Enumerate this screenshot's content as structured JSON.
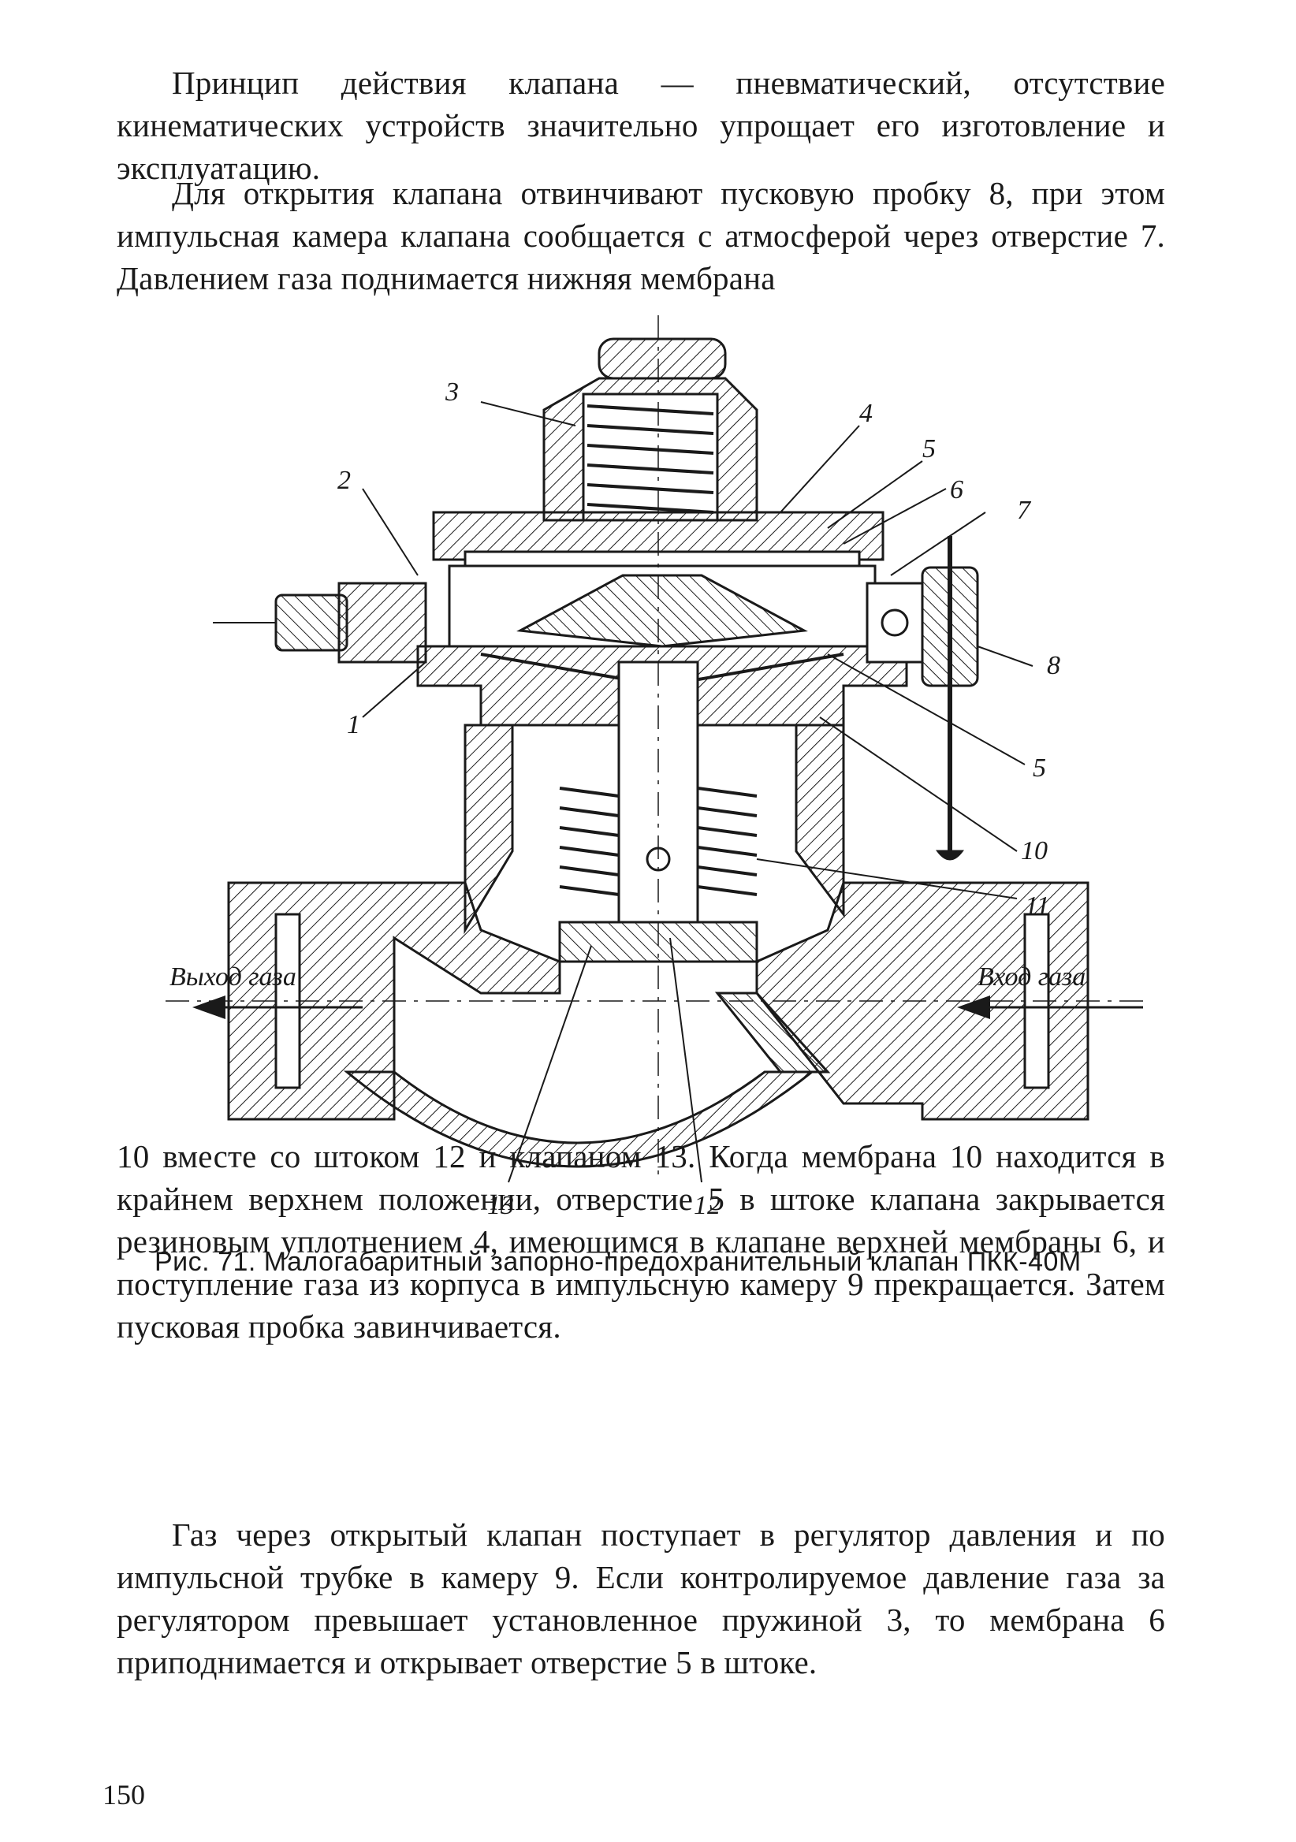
{
  "text": {
    "p1": "Принцип действия клапана — пневматический, отсутствие кинематических устройств значительно упрощает его изготовление и эксплуатацию.",
    "p2": "Для открытия клапана отвинчивают пусковую пробку 8, при этом импульсная камера клапана сообщается с атмосферой через отверстие 7. Давлением газа поднимается нижняя мембрана",
    "p3": "10 вместе со штоком 12 и клапаном 13. Когда мембрана 10 находится в крайнем верхнем положении, отверстие 5 в штоке клапана закрывается резиновым уплотнением 4, имеющимся в клапане верхней мембраны 6, и поступление газа из корпуса в импульсную камеру 9 прекращается. Затем пусковая пробка завинчивается.",
    "p4": "Газ через открытый клапан поступает в регулятор давления и по импульсной трубке в камеру 9. Если контролируемое давление газа за регулятором превышает установленное пружиной 3, то мембрана 6 приподнимается и открывает отверстие 5 в штоке."
  },
  "figure": {
    "caption": "Рис. 71. Малогабаритный запорно-предохранительный клапан ПКК-40М",
    "outlet_label": "Выход газа",
    "inlet_label": "Вход газа",
    "labels": [
      "1",
      "2",
      "3",
      "4",
      "5",
      "6",
      "7",
      "8",
      "5",
      "10",
      "11",
      "12",
      "13"
    ]
  },
  "page_number": "150",
  "colors": {
    "ink": "#1a1a1a",
    "paper": "#ffffff"
  }
}
